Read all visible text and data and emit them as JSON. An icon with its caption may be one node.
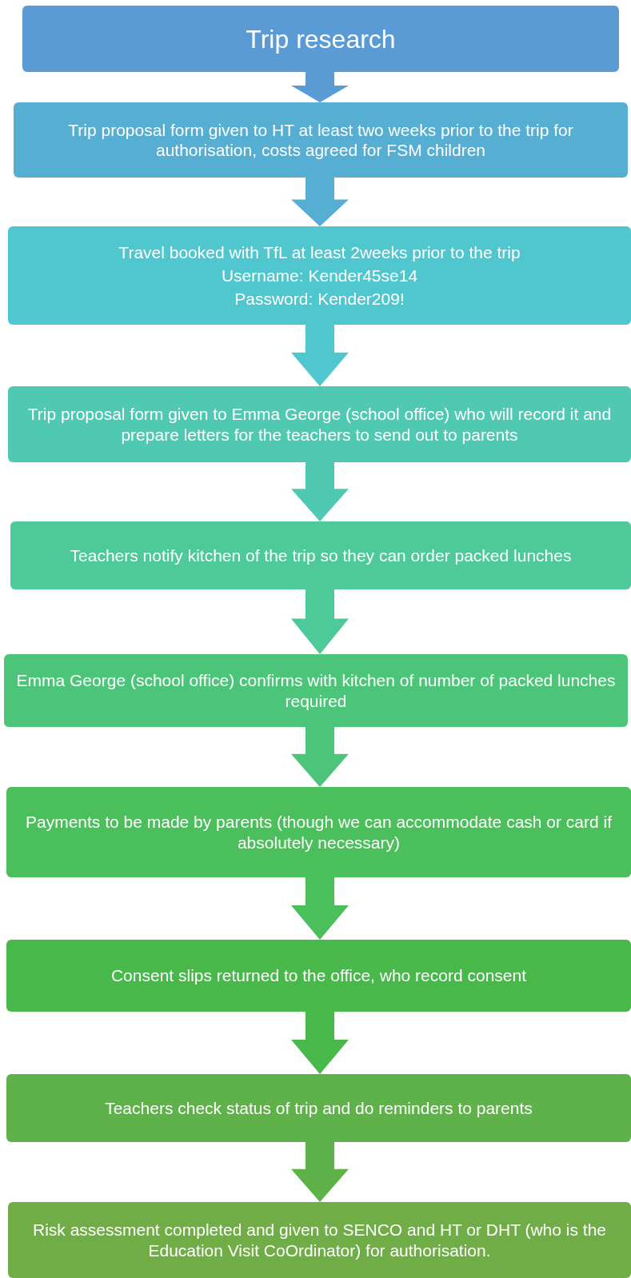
{
  "diagram": {
    "nodes": [
      {
        "text": [
          "Trip research"
        ]
      },
      {
        "text": [
          "Trip proposal form given to HT at least two weeks prior to the trip for authorisation, costs agreed for FSM children"
        ]
      },
      {
        "text": [
          "Travel booked with TfL at least 2weeks prior to the trip",
          "Username: Kender45se14",
          "Password: Kender209!"
        ]
      },
      {
        "text": [
          "Trip proposal form given to Emma George (school office) who will record it and prepare letters for the teachers to send out to parents"
        ]
      },
      {
        "text": [
          "Teachers notify kitchen of the trip so they can order packed lunches"
        ]
      },
      {
        "text": [
          "Emma George (school office) confirms with kitchen of number of packed lunches required"
        ]
      },
      {
        "text": [
          "Payments to be made by parents (though we can accommodate cash or card if absolutely necessary)"
        ]
      },
      {
        "text": [
          "Consent slips returned to the office, who record consent"
        ]
      },
      {
        "text": [
          "Teachers check status of trip and do reminders to parents"
        ]
      },
      {
        "text": [
          "Risk assessment completed and given to SENCO and HT or DHT (who is the Education Visit CoOrdinator) for authorisation."
        ]
      }
    ],
    "edges": [
      {
        "from": 0,
        "to": 1,
        "arrow": "to"
      },
      {
        "from": 1,
        "to": 2,
        "arrow": "to"
      },
      {
        "from": 2,
        "to": 3,
        "arrow": "to"
      },
      {
        "from": 3,
        "to": 4,
        "arrow": "to"
      },
      {
        "from": 4,
        "to": 5,
        "arrow": "to"
      },
      {
        "from": 5,
        "to": 6,
        "arrow": "to"
      },
      {
        "from": 6,
        "to": 7,
        "arrow": "to"
      },
      {
        "from": 7,
        "to": 8,
        "arrow": "to"
      },
      {
        "from": 8,
        "to": 9,
        "arrow": "to"
      }
    ]
  }
}
